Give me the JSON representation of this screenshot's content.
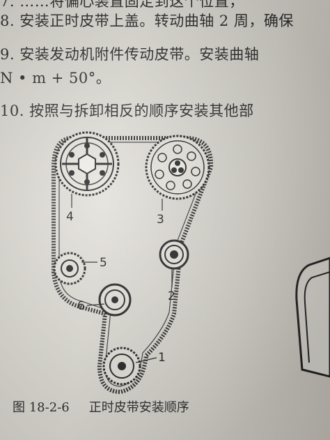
{
  "text_lines": [
    "7.  ……将偏心装置固定到这个位置，",
    "8.  安装正时皮带上盖。转动曲轴 2 周，确保",
    "9.  安装发动机附件传动皮带。安装曲轴",
    "N • m + 50°。",
    "10.  按照与拆卸相反的顺序安装其他部"
  ],
  "figure": {
    "number": "图 18-2-6",
    "caption": "正时皮带安装顺序",
    "labels": [
      "1",
      "2",
      "3",
      "4",
      "5",
      "6"
    ]
  },
  "colors": {
    "paper": "#dedbd4",
    "ink": "#2a2a2a"
  }
}
